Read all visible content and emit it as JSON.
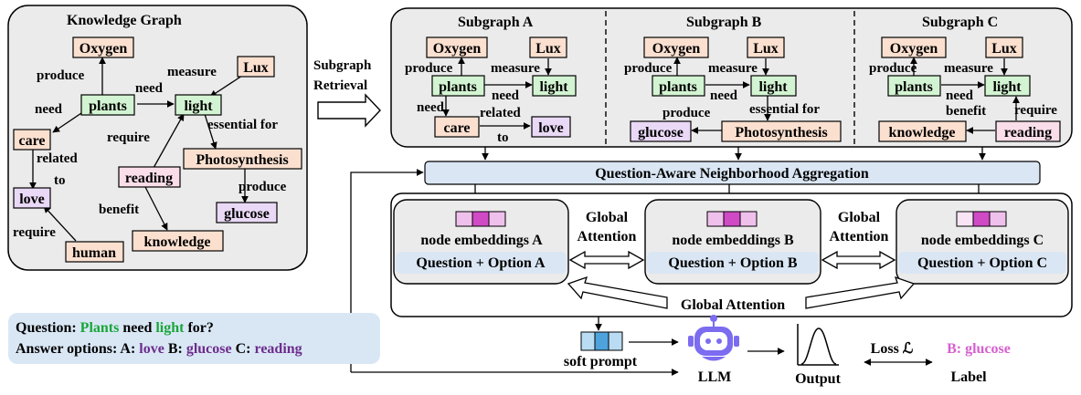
{
  "colors": {
    "panel_bg": "#ebebeb",
    "node_orange": "#fbe0d0",
    "node_green": "#d3f4d2",
    "node_purple": "#ead9f6",
    "node_pink": "#f9dde8",
    "bar_blue": "#dae6f4",
    "question_bg": "#d9e7f5",
    "green_text": "#1aa53a",
    "purple_text": "#6d2c8c",
    "label_pink": "#d660d0",
    "soft_blue": "#7db8e3",
    "emb_light": "#f0c0ec",
    "emb_dark": "#d04ac6",
    "robot": "#7b6cf0"
  },
  "kg": {
    "title": "Knowledge Graph",
    "nodes": {
      "oxygen": "Oxygen",
      "lux": "Lux",
      "plants": "plants",
      "light": "light",
      "care": "care",
      "love": "love",
      "reading": "reading",
      "photosynthesis": "Photosynthesis",
      "glucose": "glucose",
      "human": "human",
      "knowledge": "knowledge"
    },
    "edges": {
      "produce": "produce",
      "measure": "measure",
      "need1": "need",
      "need2": "need",
      "related": "related",
      "to": "to",
      "require1": "require",
      "essential": "essential for",
      "produce2": "produce",
      "benefit": "benefit",
      "require2": "require"
    }
  },
  "retrieval": {
    "line1": "Subgraph",
    "line2": "Retrieval"
  },
  "subgraphs": {
    "a": {
      "title": "Subgraph A",
      "oxygen": "Oxygen",
      "lux": "Lux",
      "produce": "produce",
      "measure": "measure",
      "plants": "plants",
      "need": "need",
      "light": "light",
      "need2": "need",
      "care": "care",
      "related": "related",
      "to": "to",
      "love": "love"
    },
    "b": {
      "title": "Subgraph B",
      "oxygen": "Oxygen",
      "lux": "Lux",
      "produce": "produce",
      "measure": "measure",
      "plants": "plants",
      "need": "need",
      "light": "light",
      "produce2": "produce",
      "essential": "essential for",
      "glucose": "glucose",
      "photosynthesis": "Photosynthesis"
    },
    "c": {
      "title": "Subgraph C",
      "oxygen": "Oxygen",
      "lux": "Lux",
      "produce": "produce",
      "measure": "measure",
      "plants": "plants",
      "need": "need",
      "light": "light",
      "benefit": "benefit",
      "require": "require",
      "knowledge": "knowledge",
      "reading": "reading"
    }
  },
  "aggregation": "Question-Aware Neighborhood Aggregation",
  "embed_boxes": {
    "a": {
      "title": "node embeddings A",
      "qo": "Question + Option A"
    },
    "b": {
      "title": "node embeddings B",
      "qo": "Question + Option B"
    },
    "c": {
      "title": "node embeddings C",
      "qo": "Question + Option C"
    }
  },
  "global_attention": {
    "ab_l1": "Global",
    "ab_l2": "Attention",
    "bc_l1": "Global",
    "bc_l2": "Attention",
    "bottom": "Global Attention"
  },
  "question": {
    "q_prefix": "Question: ",
    "q_plants": "Plants",
    "q_mid": " need ",
    "q_light": "light",
    "q_end": " for?",
    "opt_prefix": "Answer options: A: ",
    "opt_a": "love",
    "opt_b_label": " B: ",
    "opt_b": "glucose",
    "opt_c_label": " C: ",
    "opt_c": "reading"
  },
  "bottom": {
    "soft_prompt": "soft prompt",
    "llm": "LLM",
    "output": "Output",
    "loss": "Loss ℒ",
    "label_value": "B: glucose",
    "label": "Label"
  }
}
